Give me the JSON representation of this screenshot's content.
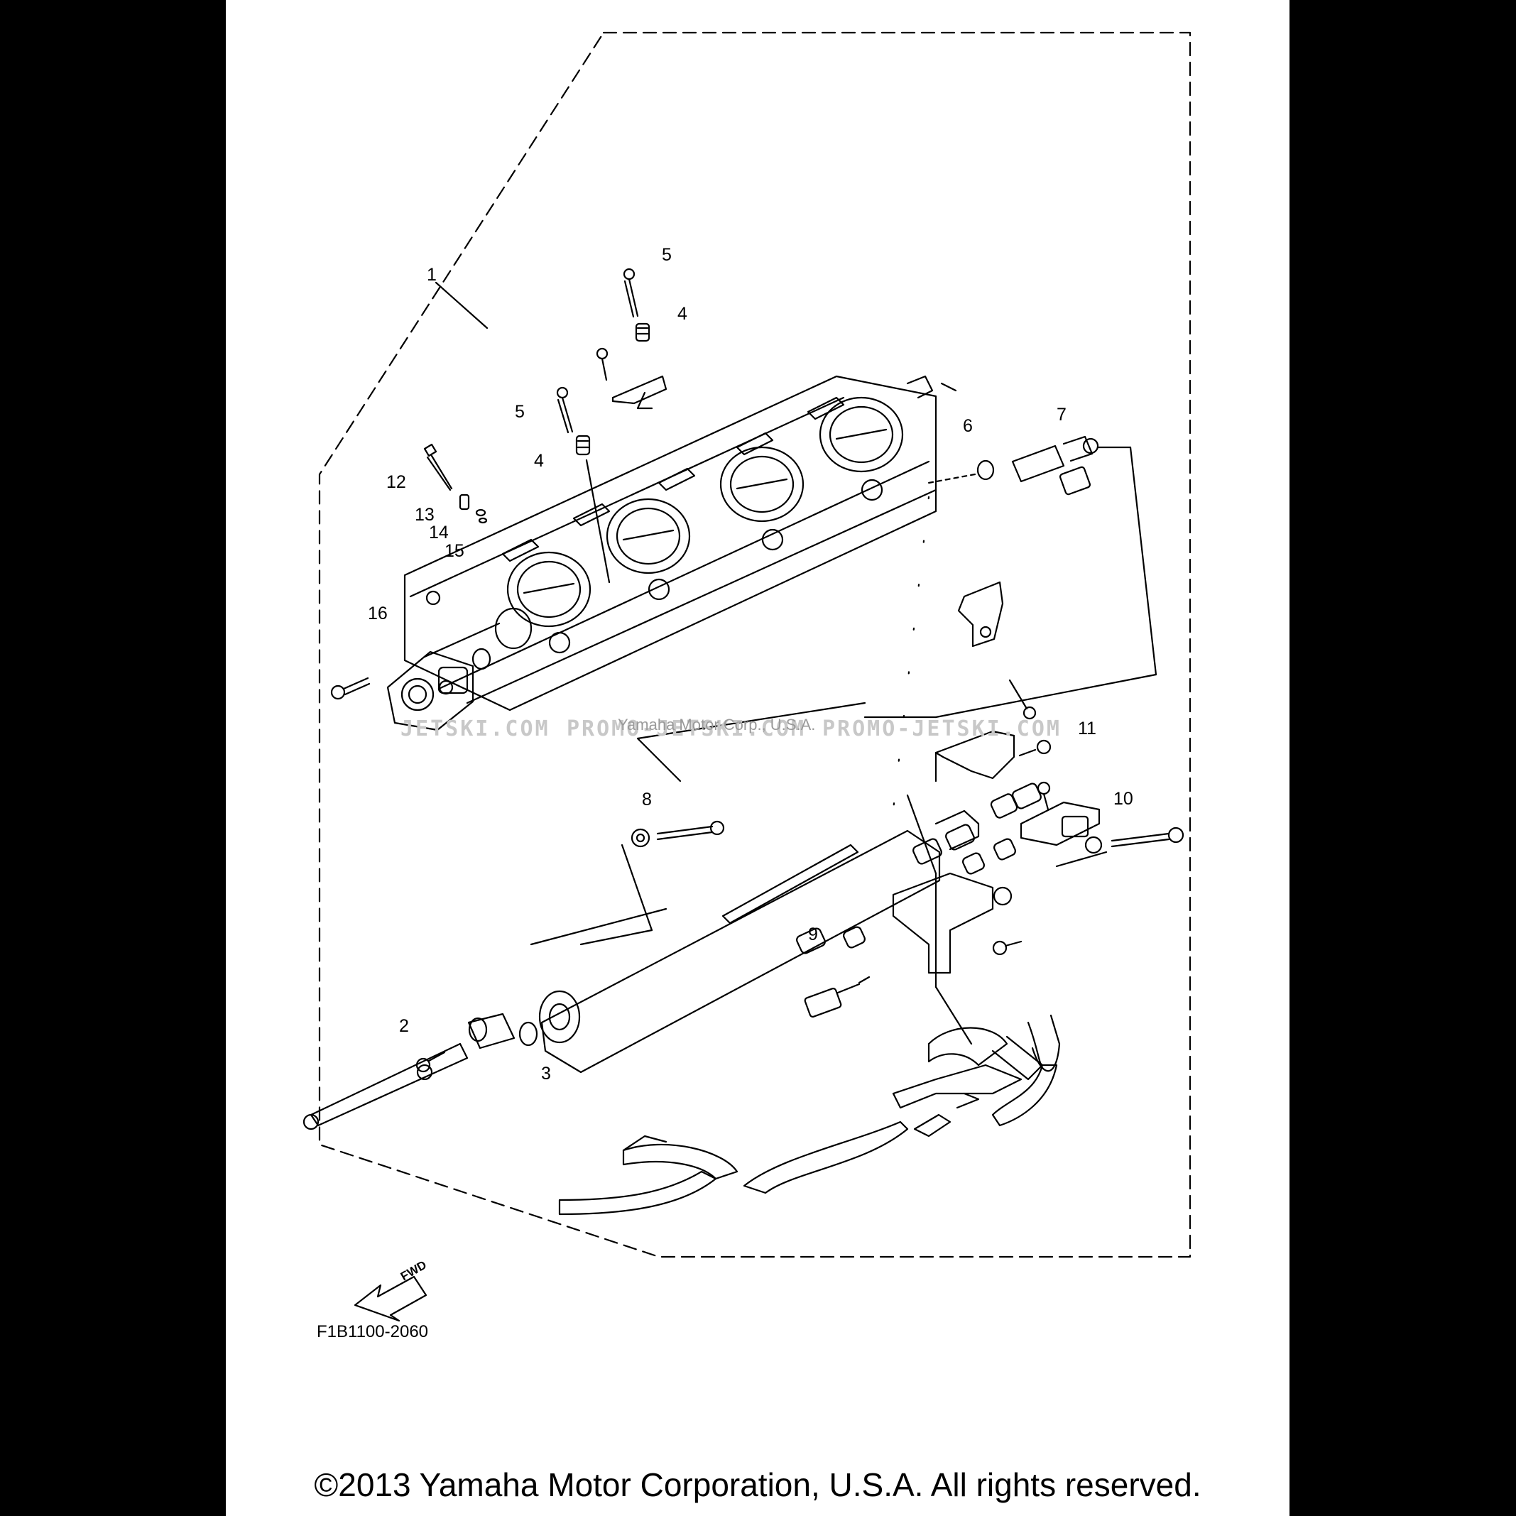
{
  "diagram": {
    "callouts": [
      "1",
      "2",
      "3",
      "4",
      "4",
      "5",
      "5",
      "6",
      "7",
      "8",
      "9",
      "10",
      "11",
      "12",
      "13",
      "14",
      "15",
      "16"
    ],
    "fwd_label": "FWD",
    "code": "F1B1100-2060"
  },
  "watermark": {
    "left": "JETSKI.COM",
    "middle": "PROMO-JETSKI.COM",
    "right": "PROMO-JETSKI.COM",
    "center": "Yamaha Motor Corp., U.S.A."
  },
  "footer": {
    "copyright": "©2013 Yamaha Motor Corporation, U.S.A. All rights reserved."
  },
  "colors": {
    "background": "#000000",
    "sheet": "#ffffff",
    "ink": "#000000",
    "watermark": "#c8c8c8"
  }
}
